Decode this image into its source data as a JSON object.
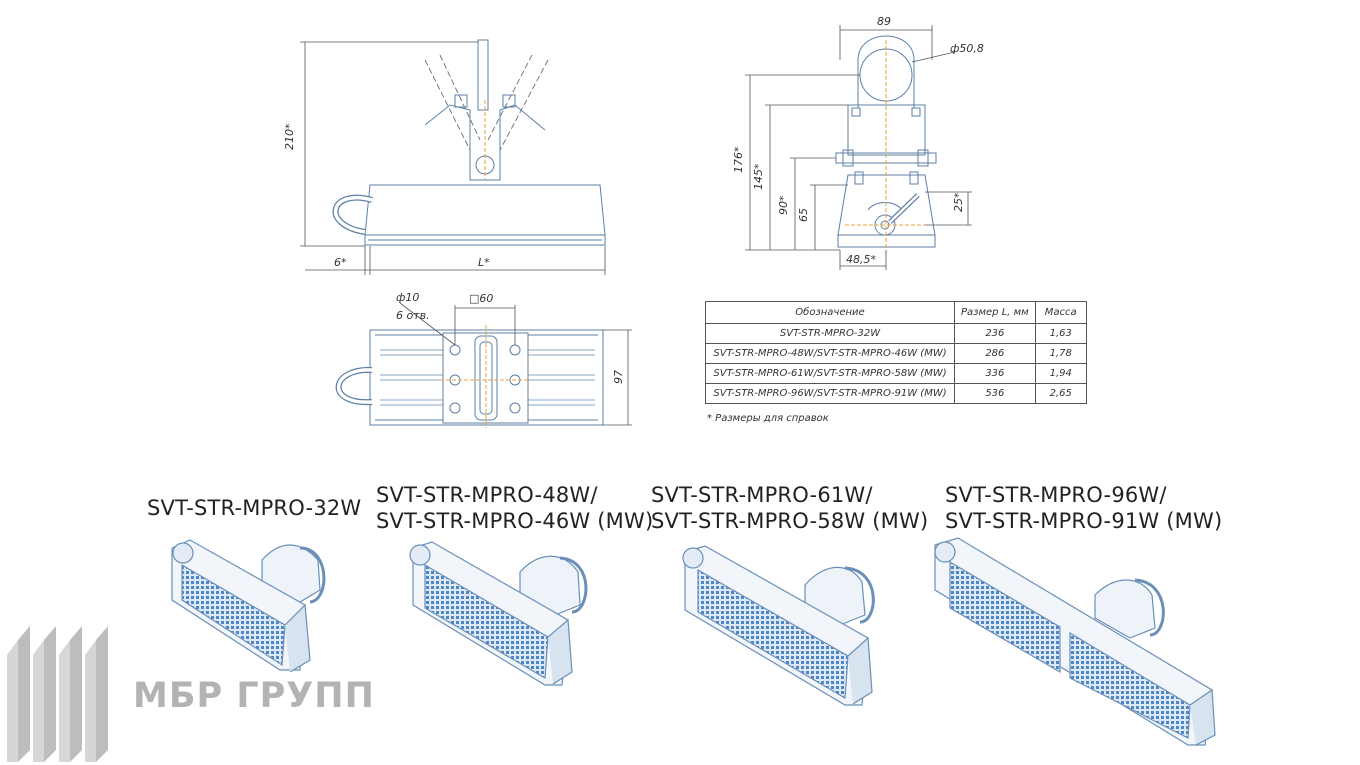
{
  "drawing": {
    "side_view": {
      "height_dim": "210*",
      "offset_dim": "6*",
      "length_dim": "L*"
    },
    "top_view": {
      "hole_dim": "ф10",
      "hole_count": "6 отв.",
      "square_dim": "□60",
      "width_dim": "97"
    },
    "end_view": {
      "width_dim": "89",
      "pipe_dim": "ф50,8",
      "heights": [
        "176*",
        "145*",
        "90*",
        "65"
      ],
      "angle_dim": "25*",
      "base_dim": "48,5*"
    }
  },
  "spec_table": {
    "headers": [
      "Обозначение",
      "Размер L, мм",
      "Масса"
    ],
    "rows": [
      [
        "SVT-STR-MPRO-32W",
        "236",
        "1,63"
      ],
      [
        "SVT-STR-MPRO-48W/SVT-STR-MPRO-46W (MW)",
        "286",
        "1,78"
      ],
      [
        "SVT-STR-MPRO-61W/SVT-STR-MPRO-58W (MW)",
        "336",
        "1,94"
      ],
      [
        "SVT-STR-MPRO-96W/SVT-STR-MPRO-91W (MW)",
        "536",
        "2,65"
      ]
    ],
    "footnote": "* Размеры для справок"
  },
  "models": [
    {
      "line1": "SVT-STR-MPRO-32W",
      "line2": ""
    },
    {
      "line1": "SVT-STR-MPRO-48W/",
      "line2": "SVT-STR-MPRO-46W (MW)"
    },
    {
      "line1": "SVT-STR-MPRO-61W/",
      "line2": "SVT-STR-MPRO-58W (MW)"
    },
    {
      "line1": "SVT-STR-MPRO-96W/",
      "line2": "SVT-STR-MPRO-91W (MW)"
    }
  ],
  "logo": {
    "text": "МБР ГРУПП"
  },
  "colors": {
    "line": "#5c7fa6",
    "accent": "#e8a13c",
    "lens": "#4f86c6",
    "logo": "#b3b3b3"
  }
}
